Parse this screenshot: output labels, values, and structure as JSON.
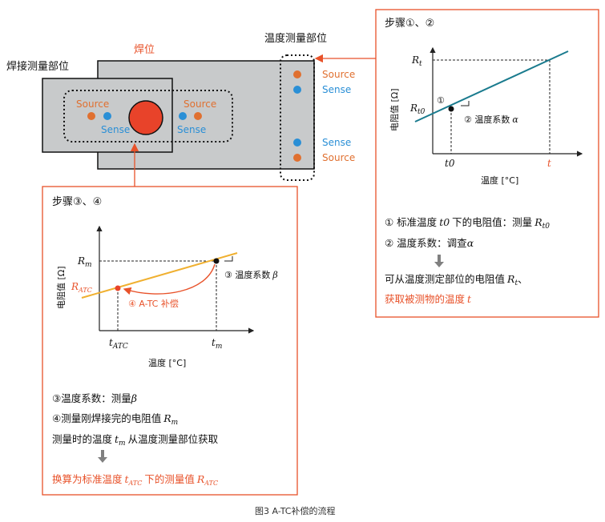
{
  "labels": {
    "weld_spot": "焊位",
    "weld_measure_site": "焊接测量部位",
    "temp_measure_site": "温度测量部位",
    "source": "Source",
    "sense": "Sense",
    "caption": "图3 A-TC补偿的流程"
  },
  "panel_top": {
    "heading": "步骤①、②",
    "y_axis": "电阻值 [Ω]",
    "x_axis": "温度 [°C]",
    "r_t_main": "R",
    "r_t_sub": "t",
    "r_t0_main": "R",
    "r_t0_sub": "t0",
    "t0_label": "t0",
    "t_label": "t",
    "marker1": "①",
    "coef_label": "② 温度系数",
    "alpha": "α",
    "line1_a": "① 标准温度",
    "line1_t0": "t0",
    "line1_b": "下的电阻值：测量",
    "line1_r": "R",
    "line1_rsub": "t0",
    "line2_a": "② 温度系数：调查",
    "line2_alpha": "α",
    "line3_a": "可从温度测定部位的电阻值",
    "line3_r": "R",
    "line3_rsub": "t",
    "line3_b": "、",
    "line4_a": "获取被测物的温度",
    "line4_t": "t"
  },
  "panel_bottom": {
    "heading": "步骤③、④",
    "y_axis": "电阻值 [Ω]",
    "x_axis": "温度 [°C]",
    "r_m_main": "R",
    "r_m_sub": "m",
    "r_atc_main": "R",
    "r_atc_sub": "ATC",
    "t_atc_main": "t",
    "t_atc_sub": "ATC",
    "t_m_main": "t",
    "t_m_sub": "m",
    "coef_label": "③ 温度系数",
    "beta": "β",
    "comp_label": "④ A-TC 补偿",
    "line1_a": "③温度系数：测量",
    "line1_beta": "β",
    "line2_a": "④测量刚焊接完的电阻值",
    "line2_r": "R",
    "line2_rsub": "m",
    "line3_a": "测量时的温度",
    "line3_t": "t",
    "line3_tsub": "m",
    "line3_b": "从温度测量部位获取",
    "line4_a": "换算为标准温度",
    "line4_t": "t",
    "line4_tsub": "ATC",
    "line4_b": "下的测量值",
    "line4_r": "R",
    "line4_rsub": "ATC"
  },
  "colors": {
    "orange": "#e8522a",
    "dot_orange": "#e07030",
    "dot_blue": "#2a8fd6",
    "plate": "#c8cacb",
    "teal": "#1a7b8e",
    "yellow": "#f0b030",
    "red_dot": "#e8432a",
    "gray_arrow": "#808080"
  }
}
